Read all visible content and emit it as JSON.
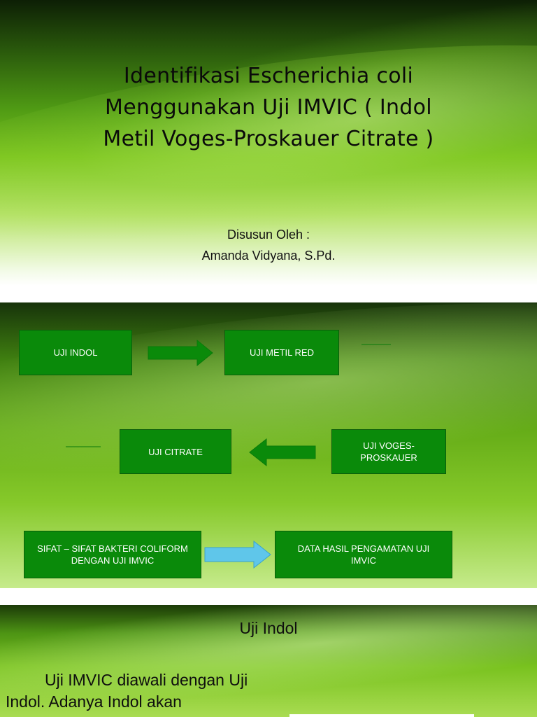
{
  "slide1": {
    "title_lines": [
      "Identifikasi Escherichia coli",
      "Menggunakan Uji IMVIC ( Indol",
      "Metil Voges-Proskauer Citrate )"
    ],
    "subtitle_lines": [
      "Disusun Oleh :",
      "Amanda Vidyana, S.Pd."
    ]
  },
  "slide2": {
    "boxes": {
      "indol": "UJI INDOL",
      "metil_red": "UJI METIL RED",
      "voges_line1": "UJI VOGES-",
      "voges_line2": "PROSKAUER",
      "citrate": "UJI CITRATE",
      "sifat_line1": "SIFAT – SIFAT BAKTERI COLIFORM",
      "sifat_line2": "DENGAN UJI IMVIC",
      "data_line1": "DATA HASIL PENGAMATAN UJI",
      "data_line2": "IMVIC"
    },
    "colors": {
      "box_fill": "#0a8a0a",
      "arrow_green": "#0a8a0a",
      "arrow_blue": "#5fc6ea"
    }
  },
  "slide3": {
    "heading": "Uji Indol",
    "body_lines": [
      "Uji IMVIC diawali dengan Uji",
      "Indol. Adanya Indol akan"
    ]
  }
}
